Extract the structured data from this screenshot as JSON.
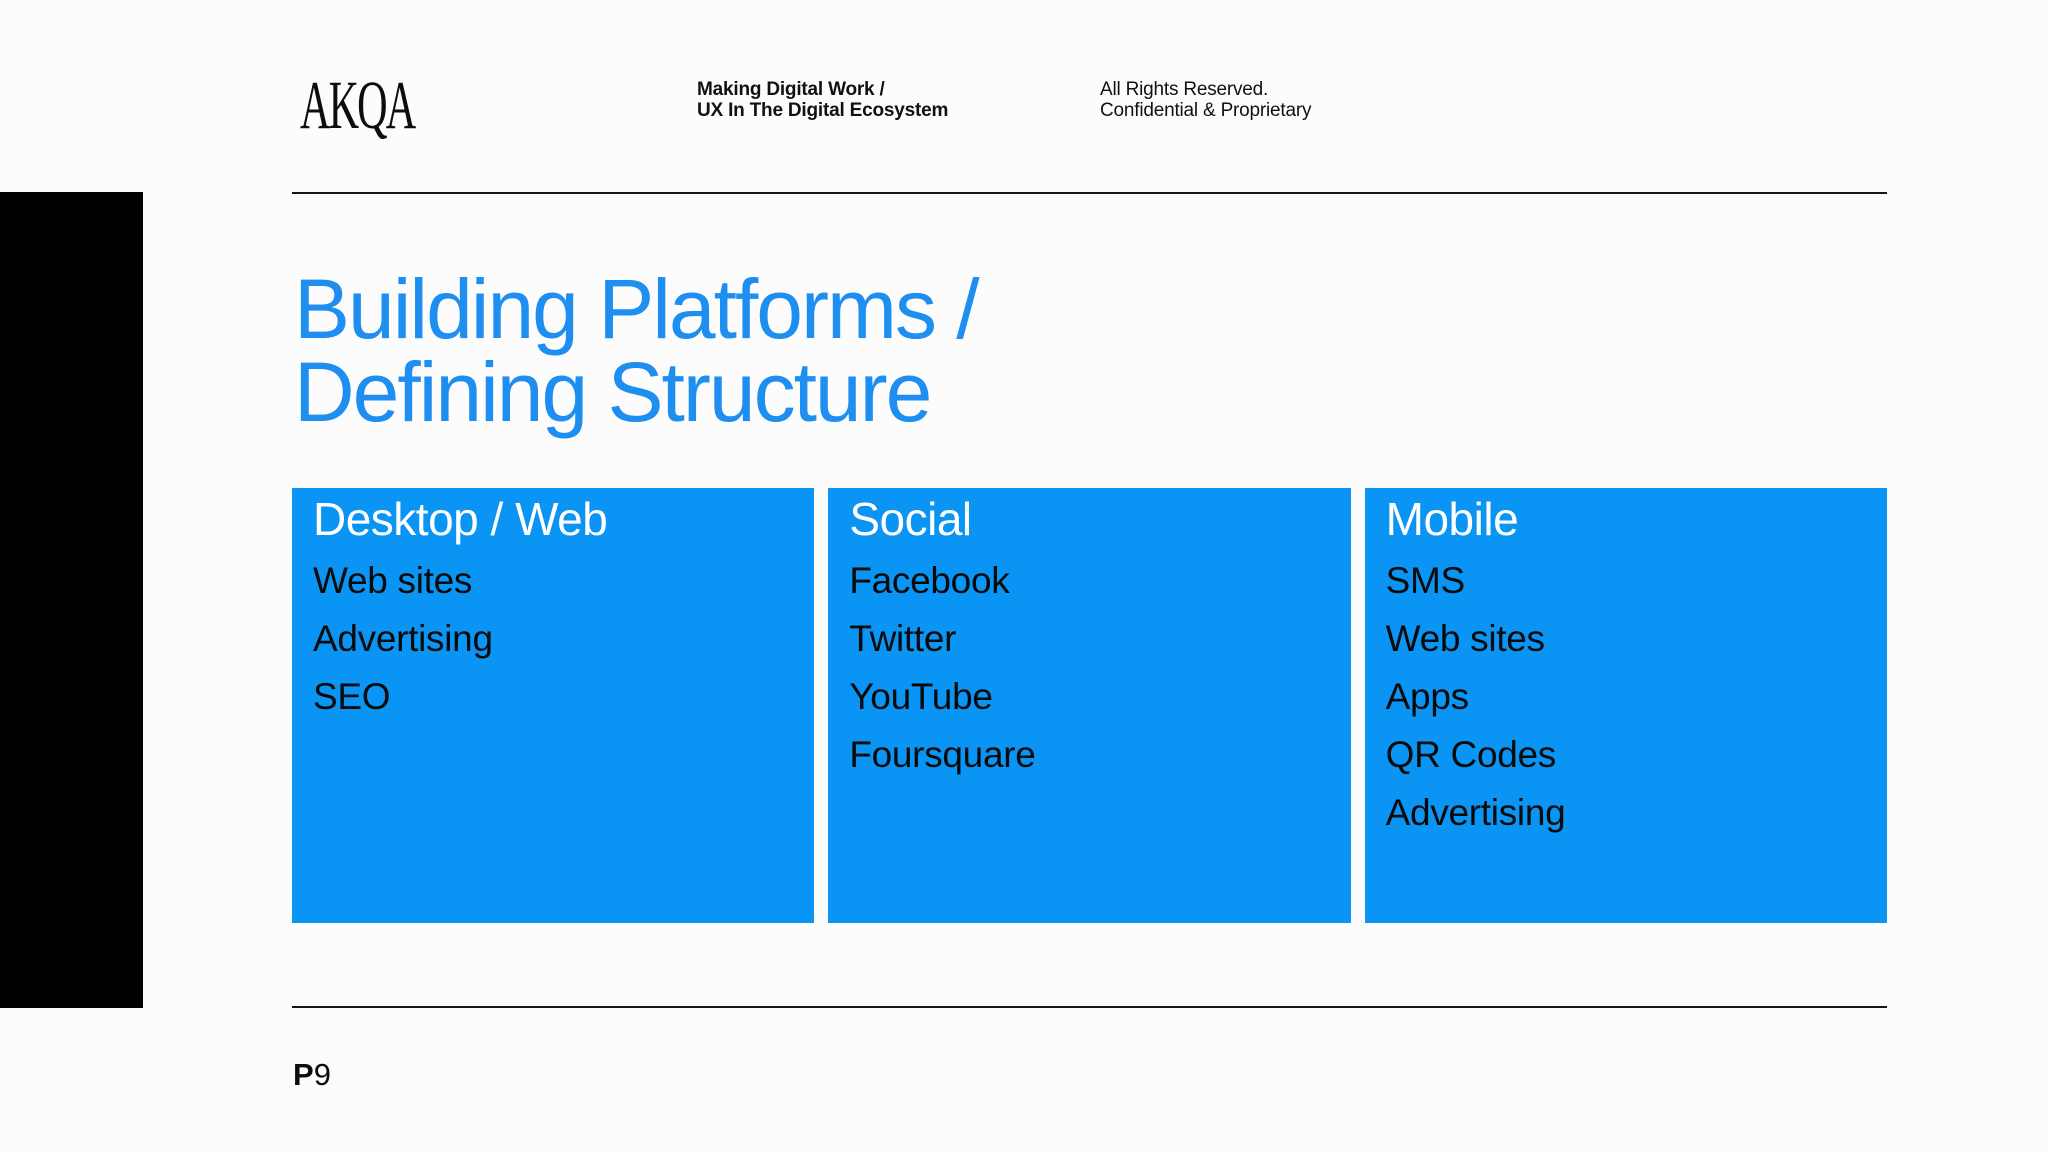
{
  "brand": {
    "logo_text": "AKQA"
  },
  "header": {
    "deck_title_line1": "Making Digital Work /",
    "deck_title_line2": "UX In The Digital Ecosystem",
    "rights_line1": "All Rights Reserved.",
    "rights_line2": "Confidential & Proprietary"
  },
  "title": {
    "line1": "Building Platforms /",
    "line2": "Defining Structure"
  },
  "columns": [
    {
      "heading": "Desktop / Web",
      "items": [
        "Web sites",
        "Advertising",
        "SEO"
      ]
    },
    {
      "heading": "Social",
      "items": [
        "Facebook",
        "Twitter",
        "YouTube",
        "Foursquare"
      ]
    },
    {
      "heading": "Mobile",
      "items": [
        "SMS",
        "Web sites",
        "Apps",
        "QR Codes",
        "Advertising"
      ]
    }
  ],
  "footer": {
    "page_prefix": "P",
    "page_number": "9"
  },
  "colors": {
    "box_blue": "#0a94f4",
    "title_blue": "#1e8ef0",
    "accent_bar": "#000000",
    "rule": "#161616"
  }
}
